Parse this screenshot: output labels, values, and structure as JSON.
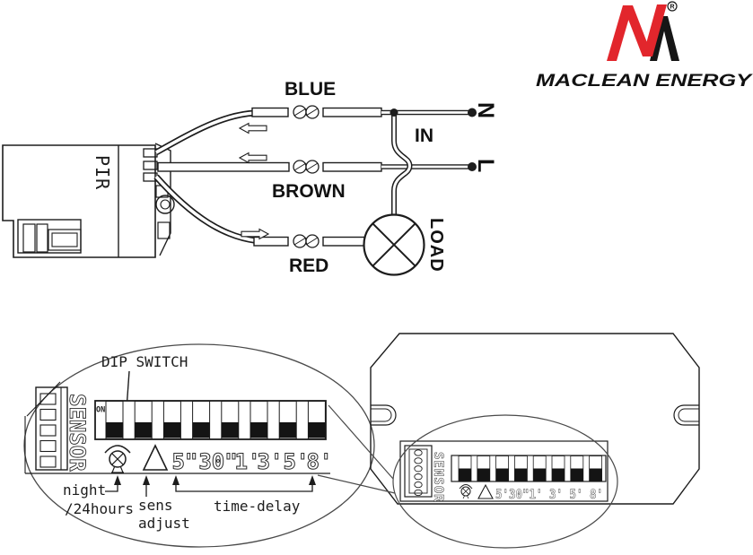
{
  "logo": {
    "brand_text": "MACLEAN ENERGY",
    "registered_mark": "R",
    "red": "#e2262c",
    "dark": "#161616"
  },
  "wiring": {
    "pir_label": "PIR",
    "wire_blue": "BLUE",
    "wire_brown": "BROWN",
    "wire_red": "RED",
    "in_label": "IN",
    "neutral_label": "N",
    "line_label": "L",
    "load_label": "LOAD"
  },
  "dip_detail": {
    "title": "DIP SWITCH",
    "sensor_label": "SENSOR",
    "on_label": "ON",
    "switch_count": 8,
    "time_labels": [
      "5\"",
      "30\"",
      "1'",
      "3'",
      "5'",
      "8'"
    ],
    "night_line1": "night",
    "night_line2": "/24hours",
    "sens_line1": "sens",
    "sens_line2": "adjust",
    "time_delay": "time-delay"
  },
  "device_view": {
    "sensor_label": "SENSOR",
    "time_labels_small": "5'30\"1' 3' 5' 8'"
  }
}
